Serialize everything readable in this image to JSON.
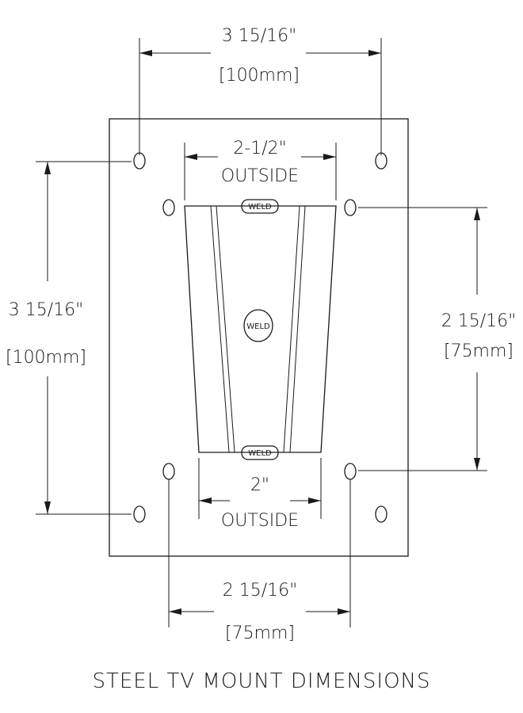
{
  "dimensions": {
    "top_width": {
      "imperial": "3 15/16\"",
      "metric": "[100mm]"
    },
    "left_height": {
      "imperial": "3 15/16\"",
      "metric": "[100mm]"
    },
    "right_height": {
      "imperial": "2 15/16\"",
      "metric": "[75mm]"
    },
    "bottom_width": {
      "imperial": "2 15/16\"",
      "metric": "[75mm]"
    },
    "bracket_top": {
      "size": "2-1/2\"",
      "note": "OUTSIDE"
    },
    "bracket_bottom": {
      "size": "2\"",
      "note": "OUTSIDE"
    }
  },
  "welds": {
    "top": "WELD",
    "center": "WELD",
    "bottom": "WELD"
  },
  "title": "STEEL TV MOUNT DIMENSIONS"
}
